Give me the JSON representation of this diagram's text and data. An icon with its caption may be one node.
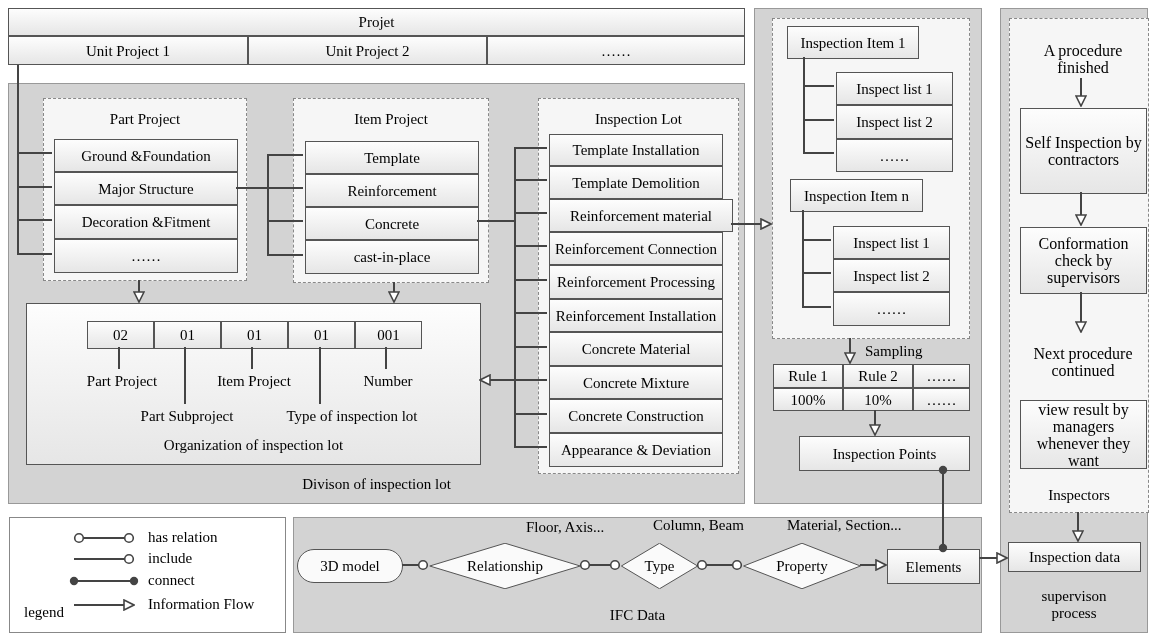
{
  "diagram": {
    "nodes": [
      {
        "text": [
          "Projet"
        ]
      },
      {
        "text": [
          "Unit Project 1"
        ]
      },
      {
        "text": [
          "Unit Project 2"
        ]
      },
      {
        "text": [
          "……"
        ]
      },
      {
        "text": [
          "Divison of inspection lot"
        ]
      },
      {
        "text": [
          "Part Project"
        ],
        "in": 4
      },
      {
        "text": [
          "Ground &Foundation"
        ],
        "in": 5
      },
      {
        "text": [
          "Major Structure"
        ],
        "in": 5
      },
      {
        "text": [
          "Decoration &Fitment"
        ],
        "in": 5
      },
      {
        "text": [
          "……"
        ],
        "in": 5
      },
      {
        "text": [
          "Item Project"
        ],
        "in": 4
      },
      {
        "text": [
          "Template"
        ],
        "in": 10
      },
      {
        "text": [
          "Reinforcement"
        ],
        "in": 10
      },
      {
        "text": [
          "Concrete"
        ],
        "in": 10
      },
      {
        "text": [
          "cast-in-place"
        ],
        "in": 10
      },
      {
        "text": [
          "Inspection Lot"
        ],
        "in": 4
      },
      {
        "text": [
          "Template Installation"
        ],
        "in": 15
      },
      {
        "text": [
          "Template Demolition"
        ],
        "in": 15
      },
      {
        "text": [
          "Reinforcement material"
        ],
        "in": 15
      },
      {
        "text": [
          "Reinforcement Connection"
        ],
        "in": 15
      },
      {
        "text": [
          "Reinforcement Processing"
        ],
        "in": 15
      },
      {
        "text": [
          "Reinforcement Installation"
        ],
        "in": 15
      },
      {
        "text": [
          "Concrete Material"
        ],
        "in": 15
      },
      {
        "text": [
          "Concrete Mixture"
        ],
        "in": 15
      },
      {
        "text": [
          "Concrete Construction"
        ],
        "in": 15
      },
      {
        "text": [
          "Appearance & Deviation"
        ],
        "in": 15
      },
      {
        "text": [
          "Organization of inspection lot"
        ],
        "in": 4
      },
      {
        "text": [
          "02"
        ],
        "in": 26
      },
      {
        "text": [
          "01"
        ],
        "in": 26
      },
      {
        "text": [
          "01"
        ],
        "in": 26
      },
      {
        "text": [
          "01"
        ],
        "in": 26
      },
      {
        "text": [
          "001"
        ],
        "in": 26
      },
      {
        "text": [
          "Part Project"
        ],
        "in": 26
      },
      {
        "text": [
          "Part Subproject"
        ],
        "in": 26
      },
      {
        "text": [
          "Item Project"
        ],
        "in": 26
      },
      {
        "text": [
          "Type of inspection lot"
        ],
        "in": 26
      },
      {
        "text": [
          "Number"
        ],
        "in": 26
      },
      {
        "text": [],
        "shape": "box"
      },
      {
        "text": [],
        "shape": "box",
        "in": 37
      },
      {
        "text": [
          "Inspection Item 1"
        ],
        "in": 38
      },
      {
        "text": [
          "Inspect list 1"
        ],
        "in": 38
      },
      {
        "text": [
          "Inspect list 2"
        ],
        "in": 38
      },
      {
        "text": [
          "……"
        ],
        "in": 38
      },
      {
        "text": [
          "Inspection Item n"
        ],
        "in": 38
      },
      {
        "text": [
          "Inspect list 1"
        ],
        "in": 38
      },
      {
        "text": [
          "Inspect list 2"
        ],
        "in": 38
      },
      {
        "text": [
          "……"
        ],
        "in": 38
      },
      {
        "text": [
          "Sampling"
        ],
        "in": 37
      },
      {
        "text": [
          "Rule 1"
        ],
        "in": 47
      },
      {
        "text": [
          "Rule 2"
        ],
        "in": 47
      },
      {
        "text": [
          "……"
        ],
        "in": 47
      },
      {
        "text": [
          "100%"
        ],
        "in": 47
      },
      {
        "text": [
          "10%"
        ],
        "in": 47
      },
      {
        "text": [
          "……"
        ],
        "in": 47
      },
      {
        "text": [
          "Inspection Points"
        ],
        "in": 37
      },
      {
        "text": [
          "supervison process"
        ]
      },
      {
        "text": [
          "Inspectors"
        ],
        "in": 55
      },
      {
        "text": [
          "A procedure finished"
        ],
        "in": 56
      },
      {
        "text": [
          "Self Inspection by contractors"
        ],
        "in": 56
      },
      {
        "text": [
          "Conformation check by supervisors"
        ],
        "in": 56
      },
      {
        "text": [
          "Next procedure continued"
        ],
        "in": 56
      },
      {
        "text": [
          "view result by managers whenever they want"
        ],
        "in": 56
      },
      {
        "text": [
          "Inspection data"
        ],
        "in": 55
      },
      {
        "text": [
          "IFC Data"
        ]
      },
      {
        "text": [
          "3D model"
        ],
        "in": 63
      },
      {
        "text": [
          "Relationship"
        ],
        "in": 63,
        "beside": [
          "Floor, Axis..."
        ]
      },
      {
        "text": [
          "Type"
        ],
        "in": 63,
        "beside": [
          "Column, Beam"
        ]
      },
      {
        "text": [
          "Property"
        ],
        "in": 63,
        "beside": [
          "Material, Section..."
        ]
      },
      {
        "text": [
          "Elements"
        ],
        "in": 63
      }
    ],
    "edges": [
      {
        "from": 1,
        "to": 6,
        "arrow": "none"
      },
      {
        "from": 1,
        "to": 7,
        "arrow": "none"
      },
      {
        "from": 1,
        "to": 8,
        "arrow": "none"
      },
      {
        "from": 1,
        "to": 9,
        "arrow": "none"
      },
      {
        "from": 7,
        "to": 11,
        "arrow": "none"
      },
      {
        "from": 7,
        "to": 12,
        "arrow": "none"
      },
      {
        "from": 7,
        "to": 13,
        "arrow": "none"
      },
      {
        "from": 7,
        "to": 14,
        "arrow": "none"
      },
      {
        "from": 13,
        "to": 16,
        "arrow": "none"
      },
      {
        "from": 13,
        "to": 17,
        "arrow": "none"
      },
      {
        "from": 13,
        "to": 18,
        "arrow": "none"
      },
      {
        "from": 13,
        "to": 19,
        "arrow": "none"
      },
      {
        "from": 13,
        "to": 20,
        "arrow": "none"
      },
      {
        "from": 13,
        "to": 21,
        "arrow": "none"
      },
      {
        "from": 13,
        "to": 22,
        "arrow": "none"
      },
      {
        "from": 13,
        "to": 23,
        "arrow": "none"
      },
      {
        "from": 13,
        "to": 24,
        "arrow": "none"
      },
      {
        "from": 13,
        "to": 25,
        "arrow": "none"
      },
      {
        "from": 5,
        "to": 26,
        "arrow": "to"
      },
      {
        "from": 10,
        "to": 26,
        "arrow": "to"
      },
      {
        "from": 23,
        "to": 26,
        "arrow": "to"
      },
      {
        "from": 18,
        "to": 38,
        "arrow": "to"
      },
      {
        "from": 39,
        "to": 40,
        "arrow": "none"
      },
      {
        "from": 39,
        "to": 41,
        "arrow": "none"
      },
      {
        "from": 39,
        "to": 42,
        "arrow": "none"
      },
      {
        "from": 43,
        "to": 44,
        "arrow": "none"
      },
      {
        "from": 43,
        "to": 45,
        "arrow": "none"
      },
      {
        "from": 43,
        "to": 46,
        "arrow": "none"
      },
      {
        "from": 38,
        "to": 47,
        "arrow": "to"
      },
      {
        "from": 47,
        "to": 54,
        "arrow": "to"
      },
      {
        "from": 54,
        "to": 68,
        "arrow": "other"
      },
      {
        "from": 57,
        "to": 58,
        "arrow": "to"
      },
      {
        "from": 58,
        "to": 59,
        "arrow": "to"
      },
      {
        "from": 59,
        "to": 60,
        "arrow": "to"
      },
      {
        "from": 56,
        "to": 62,
        "arrow": "to"
      },
      {
        "from": 64,
        "to": 65,
        "arrow": "other"
      },
      {
        "from": 65,
        "to": 66,
        "arrow": "other"
      },
      {
        "from": 66,
        "to": 67,
        "arrow": "other"
      },
      {
        "from": 67,
        "to": 68,
        "arrow": "to"
      },
      {
        "from": 68,
        "to": 62,
        "arrow": "to"
      },
      {
        "from": 32,
        "to": 27,
        "arrow": "none"
      },
      {
        "from": 33,
        "to": 28,
        "arrow": "none"
      },
      {
        "from": 34,
        "to": 29,
        "arrow": "none"
      },
      {
        "from": 35,
        "to": 30,
        "arrow": "none"
      },
      {
        "from": 36,
        "to": 31,
        "arrow": "none"
      }
    ],
    "labels": [
      "legend"
    ],
    "legend": [
      {
        "text": "has relation"
      },
      {
        "text": "include"
      },
      {
        "text": "connect"
      },
      {
        "text": "Information Flow"
      }
    ]
  }
}
